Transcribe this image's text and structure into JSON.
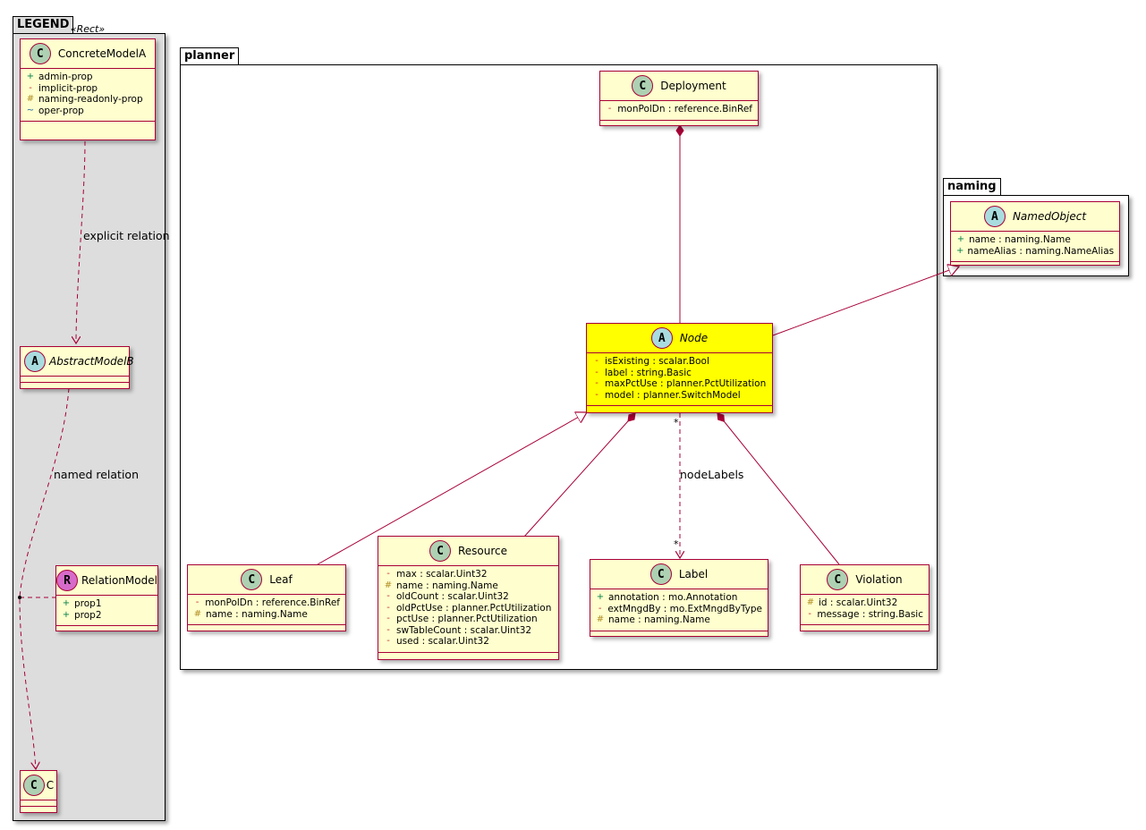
{
  "legend": {
    "title": "LEGEND",
    "stereotype": "«Rect»",
    "concrete": {
      "name": "ConcreteModelA",
      "badge": "C",
      "attrs": [
        {
          "vis": "+",
          "text": "admin-prop"
        },
        {
          "vis": "-",
          "text": "implicit-prop"
        },
        {
          "vis": "#",
          "text": "naming-readonly-prop"
        },
        {
          "vis": "~",
          "text": "oper-prop"
        }
      ]
    },
    "explicit_label": "explicit relation",
    "abstract": {
      "name": "AbstractModelB",
      "badge": "A"
    },
    "named_label": "named relation",
    "relation": {
      "name": "RelationModel",
      "badge": "R",
      "attrs": [
        {
          "vis": "+",
          "text": "prop1"
        },
        {
          "vis": "+",
          "text": "prop2"
        }
      ]
    },
    "c": {
      "name": "C",
      "badge": "C"
    }
  },
  "planner": {
    "title": "planner",
    "deployment": {
      "name": "Deployment",
      "badge": "C",
      "attrs": [
        {
          "vis": "-",
          "text": "monPolDn : reference.BinRef"
        }
      ]
    },
    "node": {
      "name": "Node",
      "badge": "A",
      "attrs": [
        {
          "vis": "-",
          "text": "isExisting : scalar.Bool"
        },
        {
          "vis": "-",
          "text": "label : string.Basic"
        },
        {
          "vis": "-",
          "text": "maxPctUse : planner.PctUtilization"
        },
        {
          "vis": "-",
          "text": "model : planner.SwitchModel"
        }
      ]
    },
    "leaf": {
      "name": "Leaf",
      "badge": "C",
      "attrs": [
        {
          "vis": "-",
          "text": "monPolDn : reference.BinRef"
        },
        {
          "vis": "#",
          "text": "name : naming.Name"
        }
      ]
    },
    "resource": {
      "name": "Resource",
      "badge": "C",
      "attrs": [
        {
          "vis": "-",
          "text": "max : scalar.Uint32"
        },
        {
          "vis": "#",
          "text": "name : naming.Name"
        },
        {
          "vis": "-",
          "text": "oldCount : scalar.Uint32"
        },
        {
          "vis": "-",
          "text": "oldPctUse : planner.PctUtilization"
        },
        {
          "vis": "-",
          "text": "pctUse : planner.PctUtilization"
        },
        {
          "vis": "-",
          "text": "swTableCount : scalar.Uint32"
        },
        {
          "vis": "-",
          "text": "used : scalar.Uint32"
        }
      ]
    },
    "label": {
      "name": "Label",
      "badge": "C",
      "attrs": [
        {
          "vis": "+",
          "text": "annotation : mo.Annotation"
        },
        {
          "vis": "-",
          "text": "extMngdBy : mo.ExtMngdByType"
        },
        {
          "vis": "#",
          "text": "name : naming.Name"
        }
      ]
    },
    "violation": {
      "name": "Violation",
      "badge": "C",
      "attrs": [
        {
          "vis": "#",
          "text": "id : scalar.Uint32"
        },
        {
          "vis": "-",
          "text": "message : string.Basic"
        }
      ]
    },
    "node_labels_rel": "nodeLabels",
    "mult_src": "*",
    "mult_dst": "*"
  },
  "naming": {
    "title": "naming",
    "named_object": {
      "name": "NamedObject",
      "badge": "A",
      "attrs": [
        {
          "vis": "+",
          "text": "name : naming.Name"
        },
        {
          "vis": "+",
          "text": "nameAlias : naming.NameAlias"
        }
      ]
    }
  },
  "colors": {
    "class_fill": "#FEFECE",
    "class_border": "#A80036",
    "highlight": "#FFFF00",
    "legend_bg": "#DDDDDD"
  }
}
